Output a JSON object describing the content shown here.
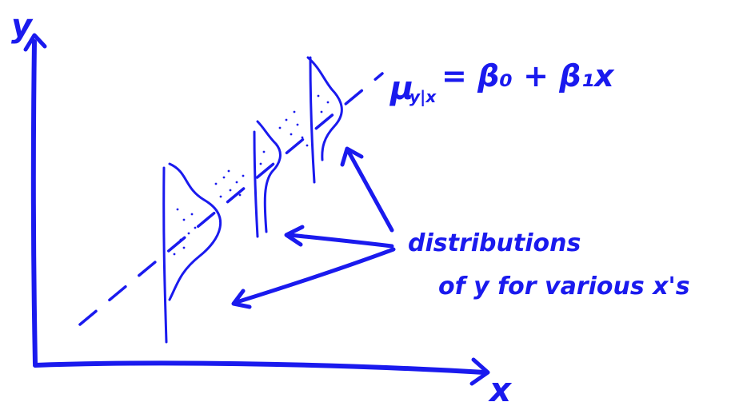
{
  "colors": {
    "ink": "#1a1aee",
    "background": "#ffffff"
  },
  "axes": {
    "x_label": "x",
    "y_label": "y"
  },
  "regression_label": {
    "mu": "μ",
    "subscript": "y|x",
    "rhs": "= β₀ + β₁x"
  },
  "annotation": {
    "line1": "distributions",
    "line2": "of y for various x's"
  },
  "distributions": [
    {
      "name": "distribution-1"
    },
    {
      "name": "distribution-2"
    },
    {
      "name": "distribution-3"
    }
  ]
}
